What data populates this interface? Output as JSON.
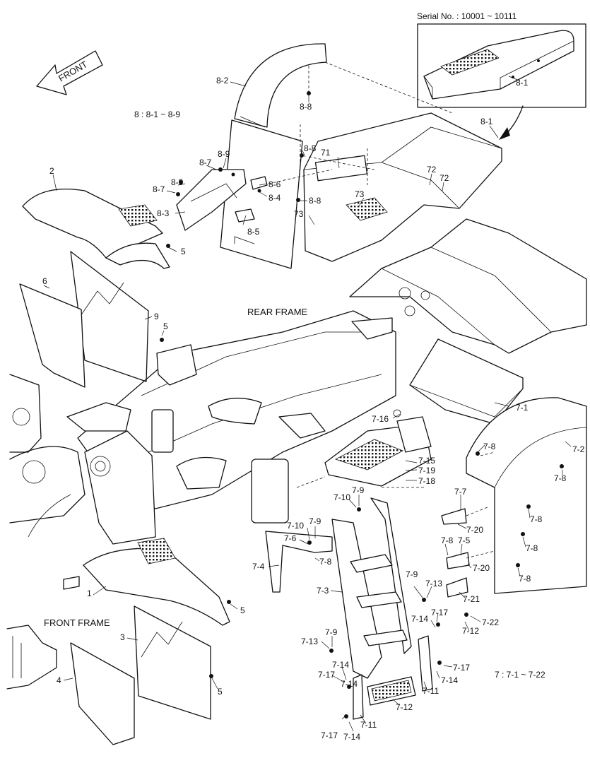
{
  "serial_note": "Serial No. : 10001 ~ 10111",
  "front_arrow": "FRONT",
  "group_notes": {
    "group8": "8 : 8-1 ~ 8-9",
    "group7": "7 : 7-1 ~ 7-22"
  },
  "frame_labels": {
    "rear": "REAR FRAME",
    "front": "FRONT FRAME"
  },
  "callouts": [
    "8-1",
    "8-1",
    "8-2",
    "8-8",
    "8-8",
    "8-9",
    "8-7",
    "8-6",
    "8-4",
    "8-9",
    "8-7",
    "8-3",
    "8-8",
    "8-5",
    "71",
    "72",
    "72",
    "73",
    "73",
    "2",
    "5",
    "6",
    "9",
    "5",
    "1",
    "5",
    "3",
    "4",
    "5",
    "7-1",
    "7-2",
    "7-8",
    "7-8",
    "7-16",
    "7-15",
    "7-19",
    "7-18",
    "7-9",
    "7-10",
    "7-10",
    "7-9",
    "7-6",
    "7-8",
    "7-4",
    "7-3",
    "7-7",
    "7-20",
    "7-8",
    "7-8",
    "7-5",
    "7-20",
    "7-8",
    "7-8",
    "7-9",
    "7-13",
    "7-21",
    "7-22",
    "7-17",
    "7-14",
    "7-12",
    "7-9",
    "7-13",
    "7-17",
    "7-14",
    "7-11",
    "7-14",
    "7-12",
    "7-11",
    "7-17",
    "7-14",
    "7-17",
    "7-14"
  ]
}
